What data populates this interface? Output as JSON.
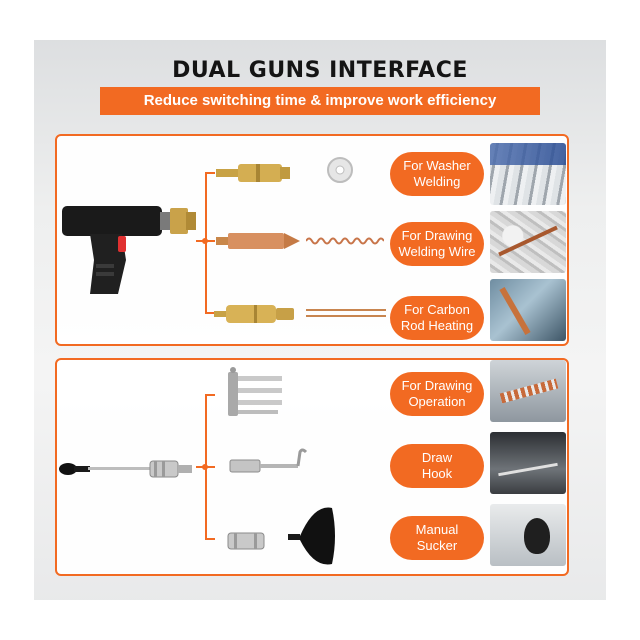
{
  "title": "DUAL GUNS INTERFACE",
  "subtitle": "Reduce switching time & improve work efficiency",
  "colors": {
    "accent": "#f26a22",
    "title": "#141414",
    "pill_text": "#ffffff"
  },
  "top_section": {
    "items": [
      {
        "label": "For Washer\nWelding",
        "icon": "washer-icon"
      },
      {
        "label": "For Drawing\nWelding Wire",
        "icon": "welding-wire-icon"
      },
      {
        "label": "For Carbon\nRod Heating",
        "icon": "carbon-rod-icon"
      }
    ]
  },
  "bottom_section": {
    "items": [
      {
        "label": "For Drawing\nOperation",
        "icon": "claw-puller-icon"
      },
      {
        "label": "Draw\nHook",
        "icon": "draw-hook-icon"
      },
      {
        "label": "Manual\nSucker",
        "icon": "suction-cup-icon"
      }
    ]
  }
}
